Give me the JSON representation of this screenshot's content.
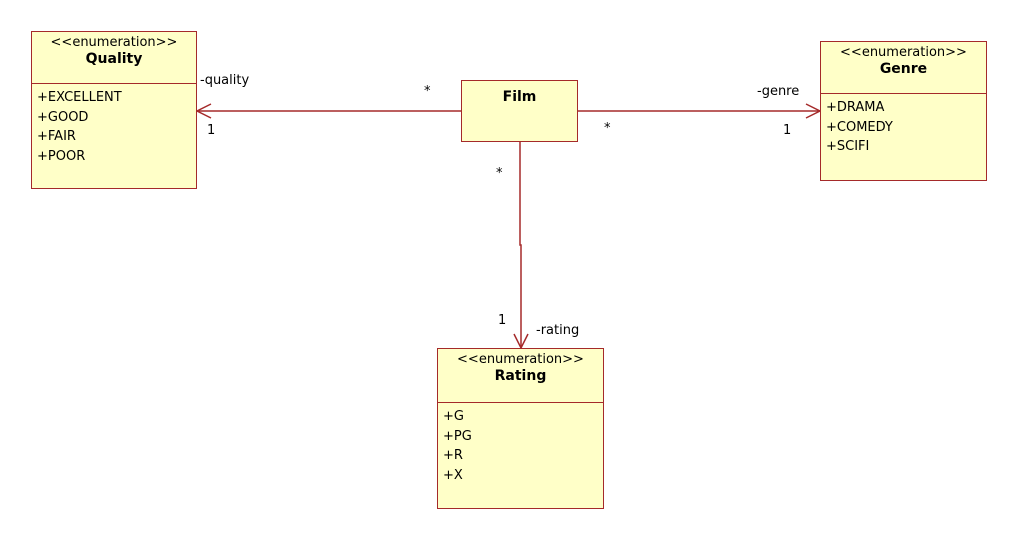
{
  "classes": {
    "quality": {
      "stereotype": "<<enumeration>>",
      "name": "Quality",
      "literals": [
        "+EXCELLENT",
        "+GOOD",
        "+FAIR",
        "+POOR"
      ]
    },
    "film": {
      "name": "Film"
    },
    "genre": {
      "stereotype": "<<enumeration>>",
      "name": "Genre",
      "literals": [
        "+DRAMA",
        "+COMEDY",
        "+SCIFI"
      ]
    },
    "rating": {
      "stereotype": "<<enumeration>>",
      "name": "Rating",
      "literals": [
        "+G",
        "+PG",
        "+R",
        "+X"
      ]
    }
  },
  "associations": {
    "quality": {
      "role": "-quality",
      "source_multiplicity": "*",
      "target_multiplicity": "1"
    },
    "genre": {
      "role": "-genre",
      "source_multiplicity": "*",
      "target_multiplicity": "1"
    },
    "rating": {
      "role": "-rating",
      "source_multiplicity": "*",
      "target_multiplicity": "1"
    }
  },
  "colors": {
    "line": "#a52a2a",
    "fill": "#ffffc8"
  }
}
